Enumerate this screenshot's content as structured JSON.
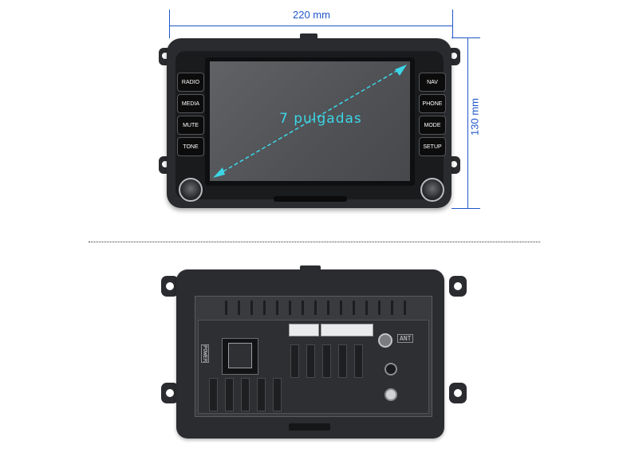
{
  "dimensions": {
    "width_label": "220 mm",
    "height_label": "130 mm"
  },
  "screen": {
    "caption": "7 pulgadas"
  },
  "left_buttons": [
    "RADIO",
    "MEDIA",
    "MUTE",
    "TONE"
  ],
  "right_buttons": [
    "NAV",
    "PHONE",
    "MODE",
    "SETUP"
  ],
  "rear_labels": {
    "antenna": "ANT",
    "power": "POWER"
  },
  "colors": {
    "dimension": "#1f56c9",
    "caption": "#3cd6e6",
    "unit_body": "#2a2b2e"
  }
}
